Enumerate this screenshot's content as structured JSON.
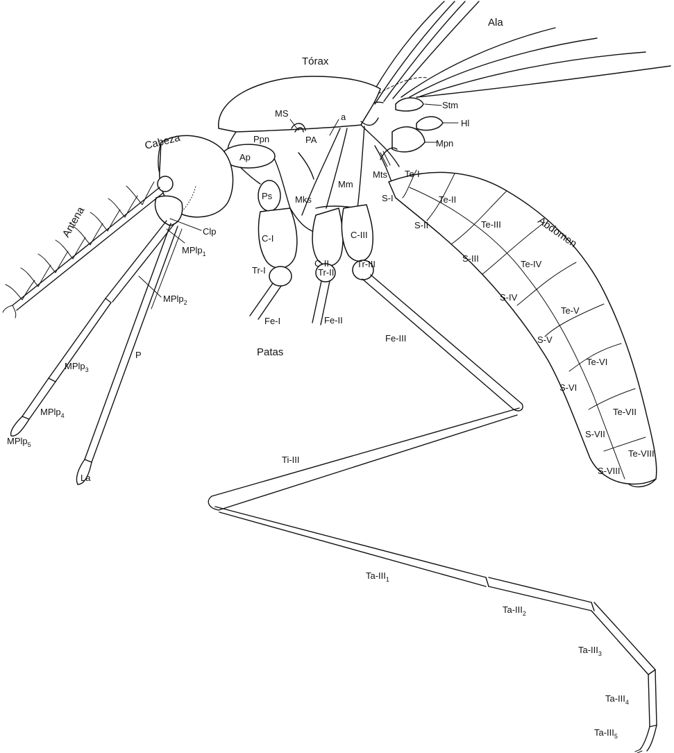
{
  "regions": {
    "ala": "Ala",
    "torax": "Tórax",
    "cabeza": "Cabeza",
    "antena": "Antena",
    "abdomen": "Abdomen",
    "patas": "Patas"
  },
  "thorax": {
    "a": "a",
    "ms": "MS",
    "ppn": "Ppn",
    "pa": "PA",
    "ap": "Ap",
    "ps": "Ps",
    "mks": "Mks",
    "mm": "Mm",
    "mts": "Mts",
    "stm": "Stm",
    "hl": "Hl",
    "mpn": "Mpn"
  },
  "head": {
    "clp": "Clp",
    "mplp1": "MPlp",
    "mplp1_sub": "1",
    "mplp2": "MPlp",
    "mplp2_sub": "2",
    "mplp3": "MPlp",
    "mplp3_sub": "3",
    "mplp4": "MPlp",
    "mplp4_sub": "4",
    "mplp5": "MPlp",
    "mplp5_sub": "5",
    "p": "P",
    "la": "La"
  },
  "legs": {
    "c1": "C-I",
    "c2": "C-II",
    "c3": "C-III",
    "tr1": "Tr-I",
    "tr2": "Tr-II",
    "tr3": "Tr-III",
    "fe1": "Fe-I",
    "fe2": "Fe-II",
    "fe3": "Fe-III",
    "ti3": "Ti-III",
    "ta1": "Ta-III",
    "ta1_sub": "1",
    "ta2": "Ta-III",
    "ta2_sub": "2",
    "ta3": "Ta-III",
    "ta3_sub": "3",
    "ta4": "Ta-III",
    "ta4_sub": "4",
    "ta5": "Ta-III",
    "ta5_sub": "5"
  },
  "abdomen": {
    "tergites": [
      "Te-I",
      "Te-II",
      "Te-III",
      "Te-IV",
      "Te-V",
      "Te-VI",
      "Te-VII",
      "Te-VIII"
    ],
    "sternites": [
      "S-I",
      "S-II",
      "S-III",
      "S-IV",
      "S-V",
      "S-VI",
      "S-VII",
      "S-VIII"
    ]
  }
}
